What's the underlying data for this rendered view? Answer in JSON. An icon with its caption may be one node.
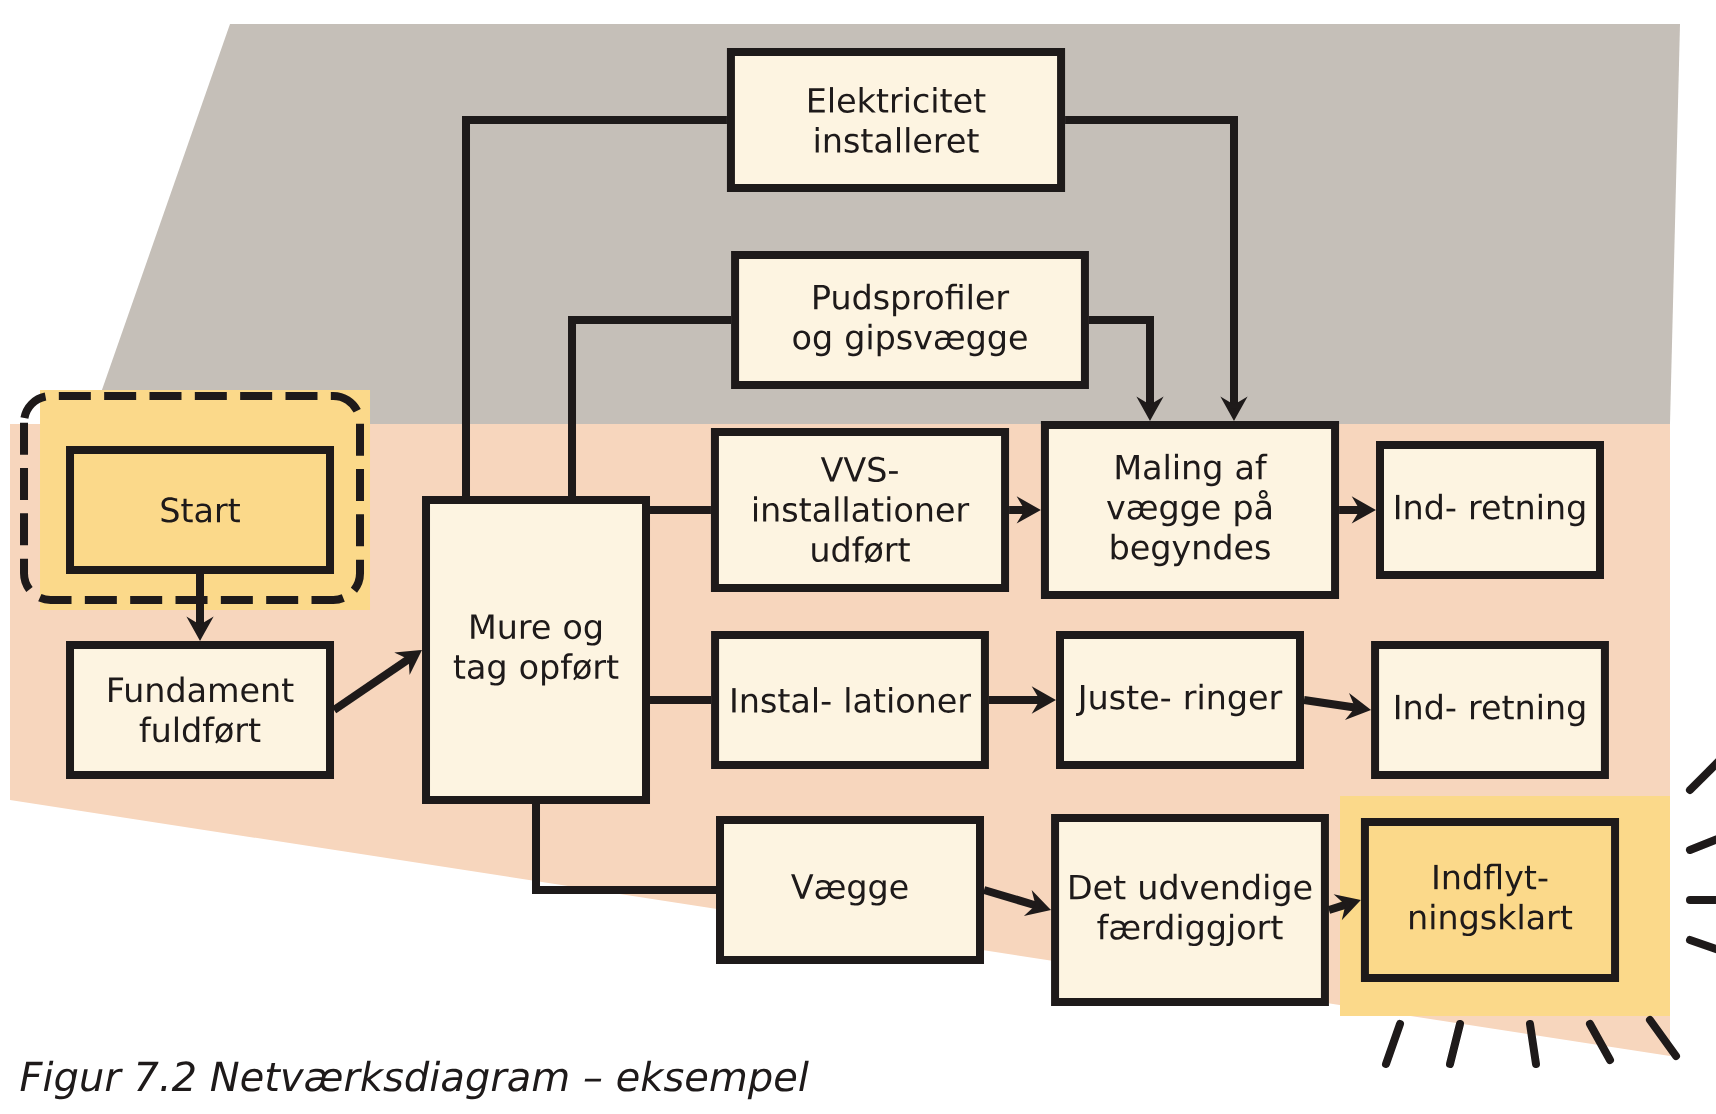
{
  "diagram": {
    "caption": "Figur 7.2 Netværksdiagram – eksempel",
    "nodes": [
      {
        "text": [
          "Start"
        ]
      },
      {
        "text": [
          "Fundament fuldført"
        ]
      },
      {
        "text": [
          "Mure og tag opført"
        ]
      },
      {
        "text": [
          "Elektricitet installeret"
        ]
      },
      {
        "text": [
          "Pudsprofiler og gipsvægge"
        ]
      },
      {
        "text": [
          "VVS- installationer udført"
        ]
      },
      {
        "text": [
          "Maling af vægge på begyndes"
        ]
      },
      {
        "text": [
          "Ind- retning"
        ]
      },
      {
        "text": [
          "Instal- lationer"
        ]
      },
      {
        "text": [
          "Juste- ringer"
        ]
      },
      {
        "text": [
          "Ind- retning"
        ]
      },
      {
        "text": [
          "Vægge"
        ]
      },
      {
        "text": [
          "Det udvendige færdiggjort"
        ]
      },
      {
        "text": [
          "Indflyt- ningsklart"
        ]
      }
    ],
    "edges": [
      {
        "from": 0,
        "to": 1,
        "arrow": "to"
      },
      {
        "from": 1,
        "to": 2,
        "arrow": "to"
      },
      {
        "from": 2,
        "to": 3,
        "arrow": "none"
      },
      {
        "from": 2,
        "to": 4,
        "arrow": "none"
      },
      {
        "from": 2,
        "to": 5,
        "arrow": "none"
      },
      {
        "from": 2,
        "to": 8,
        "arrow": "none"
      },
      {
        "from": 2,
        "to": 11,
        "arrow": "none"
      },
      {
        "from": 3,
        "to": 6,
        "arrow": "to"
      },
      {
        "from": 4,
        "to": 6,
        "arrow": "to"
      },
      {
        "from": 5,
        "to": 6,
        "arrow": "to"
      },
      {
        "from": 6,
        "to": 7,
        "arrow": "to"
      },
      {
        "from": 8,
        "to": 9,
        "arrow": "to"
      },
      {
        "from": 9,
        "to": 10,
        "arrow": "to"
      },
      {
        "from": 11,
        "to": 12,
        "arrow": "to"
      },
      {
        "from": 12,
        "to": 13,
        "arrow": "to"
      }
    ]
  }
}
